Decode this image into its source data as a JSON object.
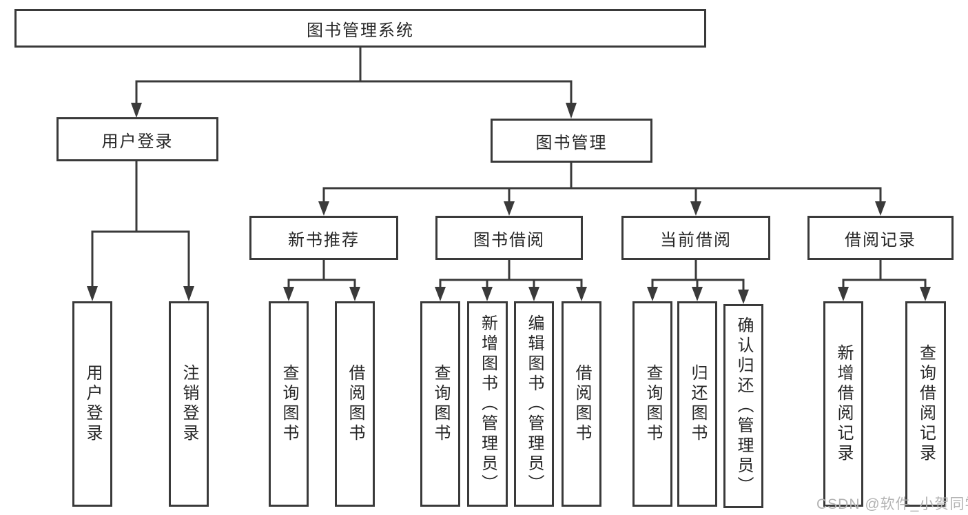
{
  "nodes": {
    "root": "图书管理系统",
    "userLogin": "用户登录",
    "bookMgmt": "图书管理",
    "newBookRec": "新书推荐",
    "bookBorrow": "图书借阅",
    "currentBorrow": "当前借阅",
    "borrowRecords": "借阅记录",
    "leafUserLogin": "用户登录",
    "leafLogout": "注销登录",
    "leafQueryBookRec": "查询图书",
    "leafBorrowBookRec": "借阅图书",
    "leafQueryBookBorrow": "查询图书",
    "leafAddBookAdmin": "新增图书（管理员）",
    "leafEditBookAdmin": "编辑图书（管理员）",
    "leafBorrowBook": "借阅图书",
    "leafQueryBookCurrent": "查询图书",
    "leafReturnBook": "归还图书",
    "leafConfirmReturnAdmin": "确认归还（管理员）",
    "leafAddBorrowRecord": "新增借阅记录",
    "leafQueryBorrowRecord": "查询借阅记录"
  },
  "watermark": "CSDN @软件_小贺同学",
  "colors": {
    "line": "#3a3a3a",
    "text": "#262626",
    "watermark": "#b3b3b3",
    "background": "#ffffff"
  }
}
